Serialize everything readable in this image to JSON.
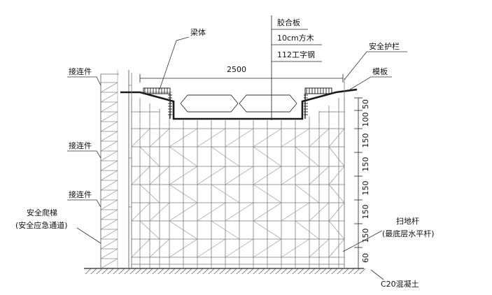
{
  "labels": {
    "beam": "梁体",
    "plywood": "胶合板",
    "timber": "10cm方木",
    "steel": "112工字钢",
    "guardrail": "安全护栏",
    "formwork": "模板",
    "connector_1": "接连件",
    "connector_2": "接连件",
    "connector_3": "接连件",
    "ladder_1": "安全爬梯",
    "ladder_2": "(安全应急通道)",
    "sweep_1": "扫地杆",
    "sweep_2": "(最底层水平杆)",
    "concrete": "C20混凝土"
  },
  "dims": {
    "span": "2500",
    "vertical": [
      "50",
      "100",
      "150",
      "150",
      "150",
      "150",
      "150",
      "60"
    ]
  },
  "colors": {
    "line": "#1a1a1a",
    "scaffold": "#7a7a7a"
  }
}
